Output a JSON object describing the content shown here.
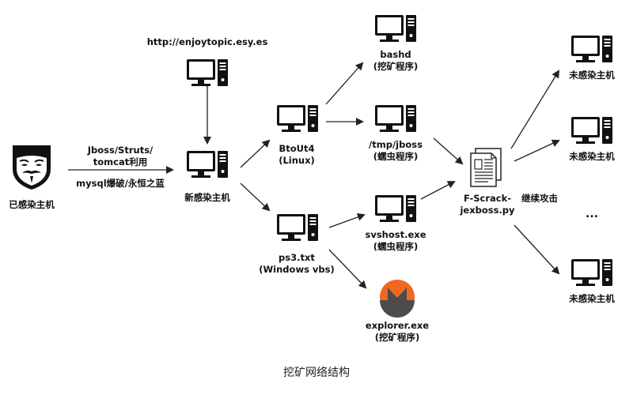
{
  "nodes": {
    "web_host": {
      "line1": "http://enjoytopic.esy.es"
    },
    "infected_host": {
      "line1": "已感染主机"
    },
    "new_host": {
      "line1": "新感染主机"
    },
    "btout4": {
      "line1": "BtoUt4",
      "line2": "(Linux)"
    },
    "ps3": {
      "line1": "ps3.txt",
      "line2": "(Windows vbs)"
    },
    "bashd": {
      "line1": "bashd",
      "line2": "(挖矿程序)"
    },
    "jboss": {
      "line1": "/tmp/jboss",
      "line2": "(蠕虫程序)"
    },
    "svshost": {
      "line1": "svshost.exe",
      "line2": "(蠕虫程序)"
    },
    "explorer": {
      "line1": "explorer.exe",
      "line2": "(挖矿程序)"
    },
    "fscrack": {
      "line1": "F-Scrack-",
      "line2": "jexboss.py"
    },
    "target1": {
      "line1": "未感染主机"
    },
    "target2": {
      "line1": "未感染主机"
    },
    "target3": {
      "line1": "未感染主机"
    },
    "ellipsis": "..."
  },
  "edges": {
    "exploit_line1": "Jboss/Struts/",
    "exploit_line2": "tomcat利用",
    "exploit_line3": "mysql爆破/永恒之蓝",
    "continue_attack": "继续攻击"
  },
  "caption": "挖矿网络结构"
}
